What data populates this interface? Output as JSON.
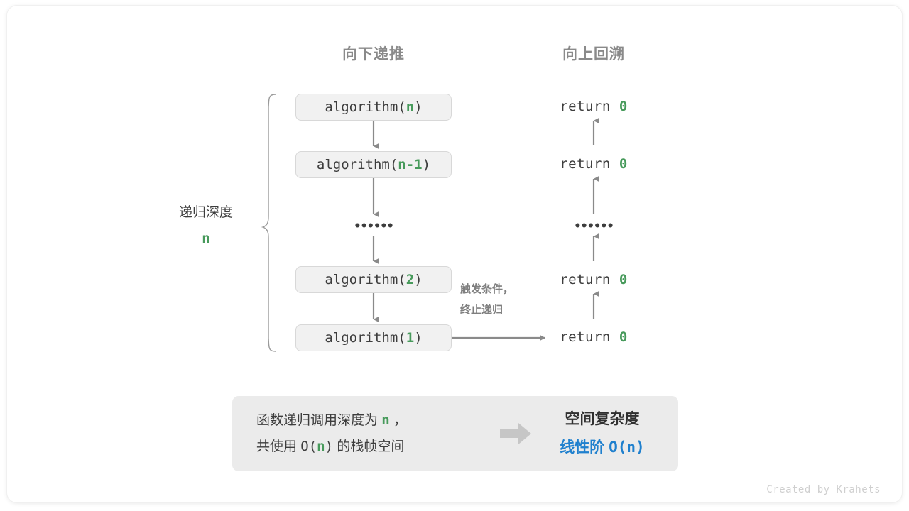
{
  "headers": {
    "down": "向下递推",
    "up": "向上回溯"
  },
  "depth": {
    "label": "递归深度",
    "value": "n"
  },
  "calls": [
    {
      "fn": "algorithm(",
      "arg": "n",
      "close": ")"
    },
    {
      "fn": "algorithm(",
      "arg": "n-1",
      "close": ")"
    },
    {
      "fn": "algorithm(",
      "arg": "2",
      "close": ")"
    },
    {
      "fn": "algorithm(",
      "arg": "1",
      "close": ")"
    }
  ],
  "returns": [
    {
      "kw": "return ",
      "val": "0"
    },
    {
      "kw": "return ",
      "val": "0"
    },
    {
      "kw": "return ",
      "val": "0"
    },
    {
      "kw": "return ",
      "val": "0"
    }
  ],
  "ellipsis": "••••••",
  "trigger": {
    "line1": "触发条件，",
    "line2": "终止递归"
  },
  "summary": {
    "left_line1_a": "函数递归调用深度为 ",
    "left_line1_n": "n",
    "left_line1_b": " ，",
    "left_line2_a": "共使用 ",
    "left_line2_o": "O(",
    "left_line2_n": "n",
    "left_line2_c": ")",
    "left_line2_b": " 的栈帧空间",
    "arrow": "arrow-right-icon",
    "right_title": "空间复杂度",
    "right_value_text": "线性阶 ",
    "right_value_mono": "O(n)"
  },
  "credit": "Created by Krahets",
  "colors": {
    "green": "#479a5b",
    "blue": "#1f80ce",
    "gray_text": "#3d3d3d",
    "gray_muted": "#8a8a8a",
    "box_fill": "#f1f1f1",
    "box_border": "#d8d8d8",
    "summary_fill": "#ebebeb",
    "arrow": "#8a8a8a"
  }
}
